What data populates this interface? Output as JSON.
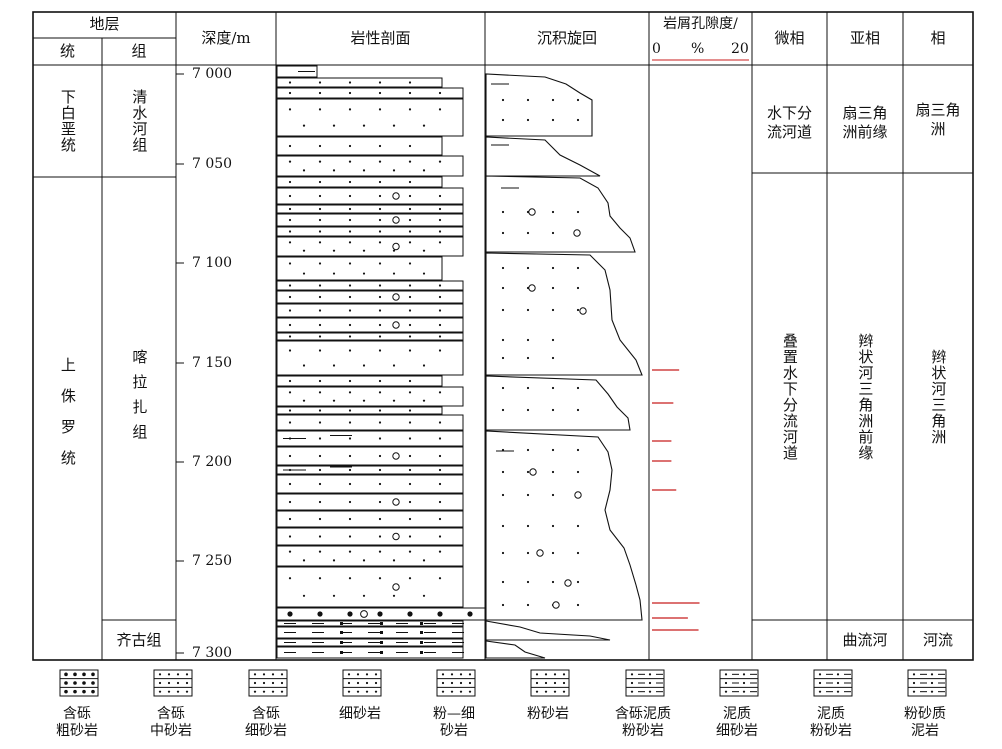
{
  "header": {
    "stratum": "地层",
    "system": "统",
    "formation": "组",
    "depth": "深度/m",
    "lithology": "岩性剖面",
    "cycle": "沉积旋回",
    "porosity_title": "岩屑孔隙度/",
    "porosity_scale": [
      "0",
      "%",
      "20"
    ],
    "microfacies": "微相",
    "subfacies": "亚相",
    "facies": "相"
  },
  "series": [
    {
      "text": "下白垩统"
    },
    {
      "text": "上侏罗统"
    }
  ],
  "formations": [
    {
      "text": "清水河组"
    },
    {
      "text": "喀拉扎组"
    },
    {
      "text": "齐古组"
    }
  ],
  "depth_ticks": [
    "7 000",
    "7 050",
    "7 100",
    "7 150",
    "7 200",
    "7 250",
    "7 300"
  ],
  "microfacies": [
    {
      "text": "水下分流河道"
    },
    {
      "text": "叠置水下分流河道"
    }
  ],
  "subfacies": [
    {
      "text": "扇三角洲前缘"
    },
    {
      "text": "辫状河三角洲前缘"
    },
    {
      "text": "曲流河"
    }
  ],
  "facies": [
    {
      "text": "扇三角洲"
    },
    {
      "text": "辫状河三角洲"
    },
    {
      "text": "河流"
    }
  ],
  "porosity_bars": [
    5.6,
    4.4,
    4.0,
    4.0,
    5.0,
    9.8,
    7.4,
    9.6
  ],
  "legend": [
    {
      "label": "含砾\n粗砂岩",
      "pattern": "pebbly-coarse"
    },
    {
      "label": "含砾\n中砂岩",
      "pattern": "pebbly-medium"
    },
    {
      "label": "含砾\n细砂岩",
      "pattern": "pebbly-fine"
    },
    {
      "label": "细砂岩",
      "pattern": "fine"
    },
    {
      "label": "粉—细\n砂岩",
      "pattern": "silt-fine"
    },
    {
      "label": "粉砂岩",
      "pattern": "silt"
    },
    {
      "label": "含砾泥质\n粉砂岩",
      "pattern": "pebbly-muddy-silt"
    },
    {
      "label": "泥质\n细砂岩",
      "pattern": "muddy-fine"
    },
    {
      "label": "泥质\n粉砂岩",
      "pattern": "muddy-silt"
    },
    {
      "label": "粉砂质\n泥岩",
      "pattern": "silty-mud"
    }
  ],
  "colors": {
    "porosity_bar": "#c81e1e",
    "line": "#111111"
  }
}
